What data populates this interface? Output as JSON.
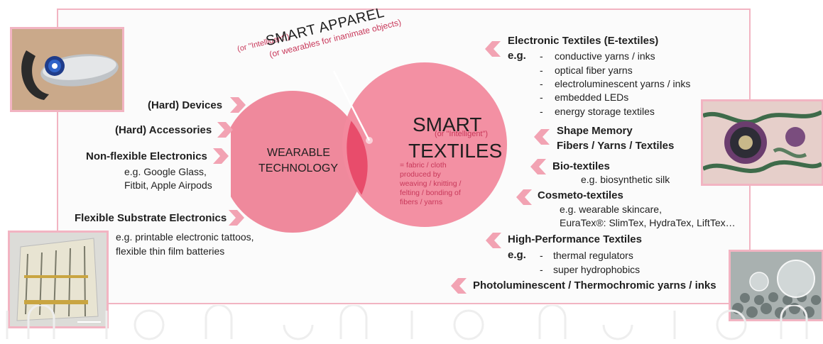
{
  "colors": {
    "accent": "#e88ea2",
    "circle_fill": "#f08a9d",
    "overlap": "#e64d6a",
    "label_red": "#c8385a",
    "border": "#f2b4c2"
  },
  "photos": {
    "headset": "bluetooth-headset",
    "embroidery": "embroidered-textile",
    "tattoo_film": "flexible-printed-electronics",
    "hydrophobic": "water-droplets-on-fabric"
  },
  "left": {
    "hard_devices": "(Hard) Devices",
    "hard_accessories": "(Hard) Accessories",
    "non_flexible": "Non-flexible Electronics",
    "non_flexible_eg1": "e.g. Google Glass,",
    "non_flexible_eg2": "Fitbit, Apple Airpods",
    "flexible_substrate": "Flexible Substrate Electronics",
    "flexible_eg1": "e.g. printable electronic tattoos,",
    "flexible_eg2": "flexible thin film batteries"
  },
  "center": {
    "smart_apparel_intelligent": "(or \"Intelligent\")",
    "smart_apparel": "SMART APPAREL",
    "smart_apparel_note": "(or wearables for inanimate objects)",
    "wearable_1": "WEARABLE",
    "wearable_2": "TECHNOLOGY",
    "smart": "SMART",
    "intelligent": "(or \"Intelligent\")",
    "textiles": "TEXTILES",
    "definition": [
      "= fabric / cloth",
      "produced by",
      "weaving / knitting /",
      "felting / bonding of",
      "fibers / yarns"
    ]
  },
  "right": {
    "etextiles": "Electronic Textiles (E-textiles)",
    "eg": "e.g.",
    "dash": "-",
    "etextile_items": [
      "conductive yarns / inks",
      "optical fiber yarns",
      "electroluminescent yarns / inks",
      "embedded LEDs",
      "energy storage textiles"
    ],
    "shape_memory_1": "Shape Memory",
    "shape_memory_2": "Fibers / Yarns / Textiles",
    "bio": "Bio-textiles",
    "bio_eg": "e.g. biosynthetic silk",
    "cosmeto": "Cosmeto-textiles",
    "cosmeto_eg1": "e.g. wearable skincare,",
    "cosmeto_eg2": "EuraTex®: SlimTex, HydraTex, LiftTex…",
    "hpt": "High-Performance Textiles",
    "hpt_items": [
      "thermal regulators",
      "super hydrophobics"
    ],
    "photo": "Photoluminescent / Thermochromic yarns / inks"
  }
}
